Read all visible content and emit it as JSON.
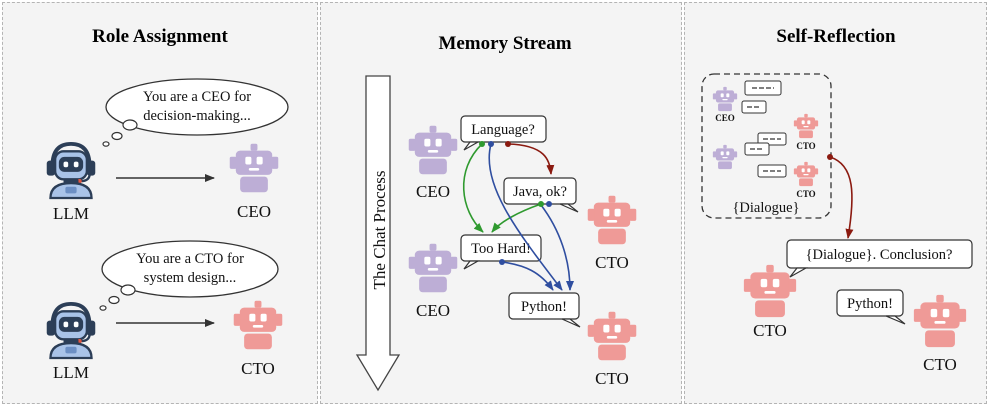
{
  "panels": {
    "role_assignment": {
      "title": "Role Assignment",
      "thought_ceo": [
        "You are a CEO for",
        "decision-making..."
      ],
      "thought_cto": [
        "You are a CTO for",
        "system design..."
      ],
      "llm_label": "LLM",
      "ceo_label": "CEO",
      "cto_label": "CTO"
    },
    "memory_stream": {
      "title": "Memory Stream",
      "arrow_label": "The Chat Process",
      "messages": {
        "language": "Language?",
        "java": "Java, ok?",
        "too_hard": "Too Hard!",
        "python": "Python!"
      },
      "ceo_label": "CEO",
      "cto_label": "CTO"
    },
    "self_reflection": {
      "title": "Self-Reflection",
      "mini_ceo": "CEO",
      "mini_cto": "CTO",
      "dialogue_label": "{Dialogue}",
      "question": "{Dialogue}. Conclusion?",
      "answer": "Python!",
      "cto_label": "CTO"
    }
  },
  "colors": {
    "ceo_robot": "#bdaed6",
    "cto_robot": "#ef9a97",
    "llm_robot": "#a9c3e8",
    "arrow_red": "#8b1a10",
    "arrow_green": "#2f9a2f",
    "arrow_blue": "#2f4ea0",
    "panel_bg": "#f4f4f4"
  }
}
